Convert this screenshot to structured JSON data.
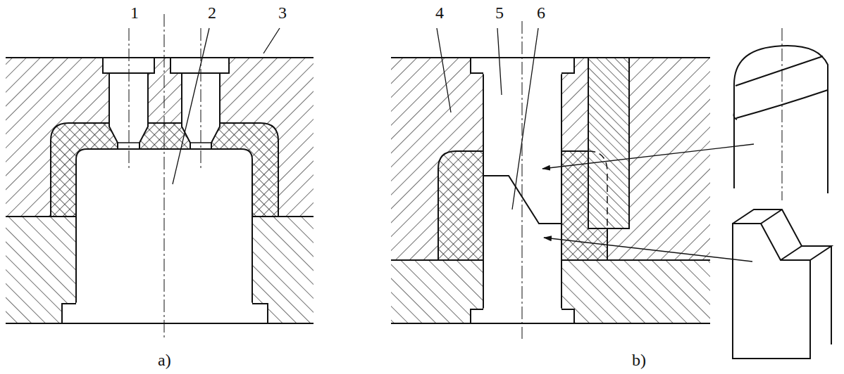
{
  "diagram": {
    "labels": [
      "1",
      "2",
      "3",
      "4",
      "5",
      "6",
      "a)",
      "b)"
    ]
  }
}
